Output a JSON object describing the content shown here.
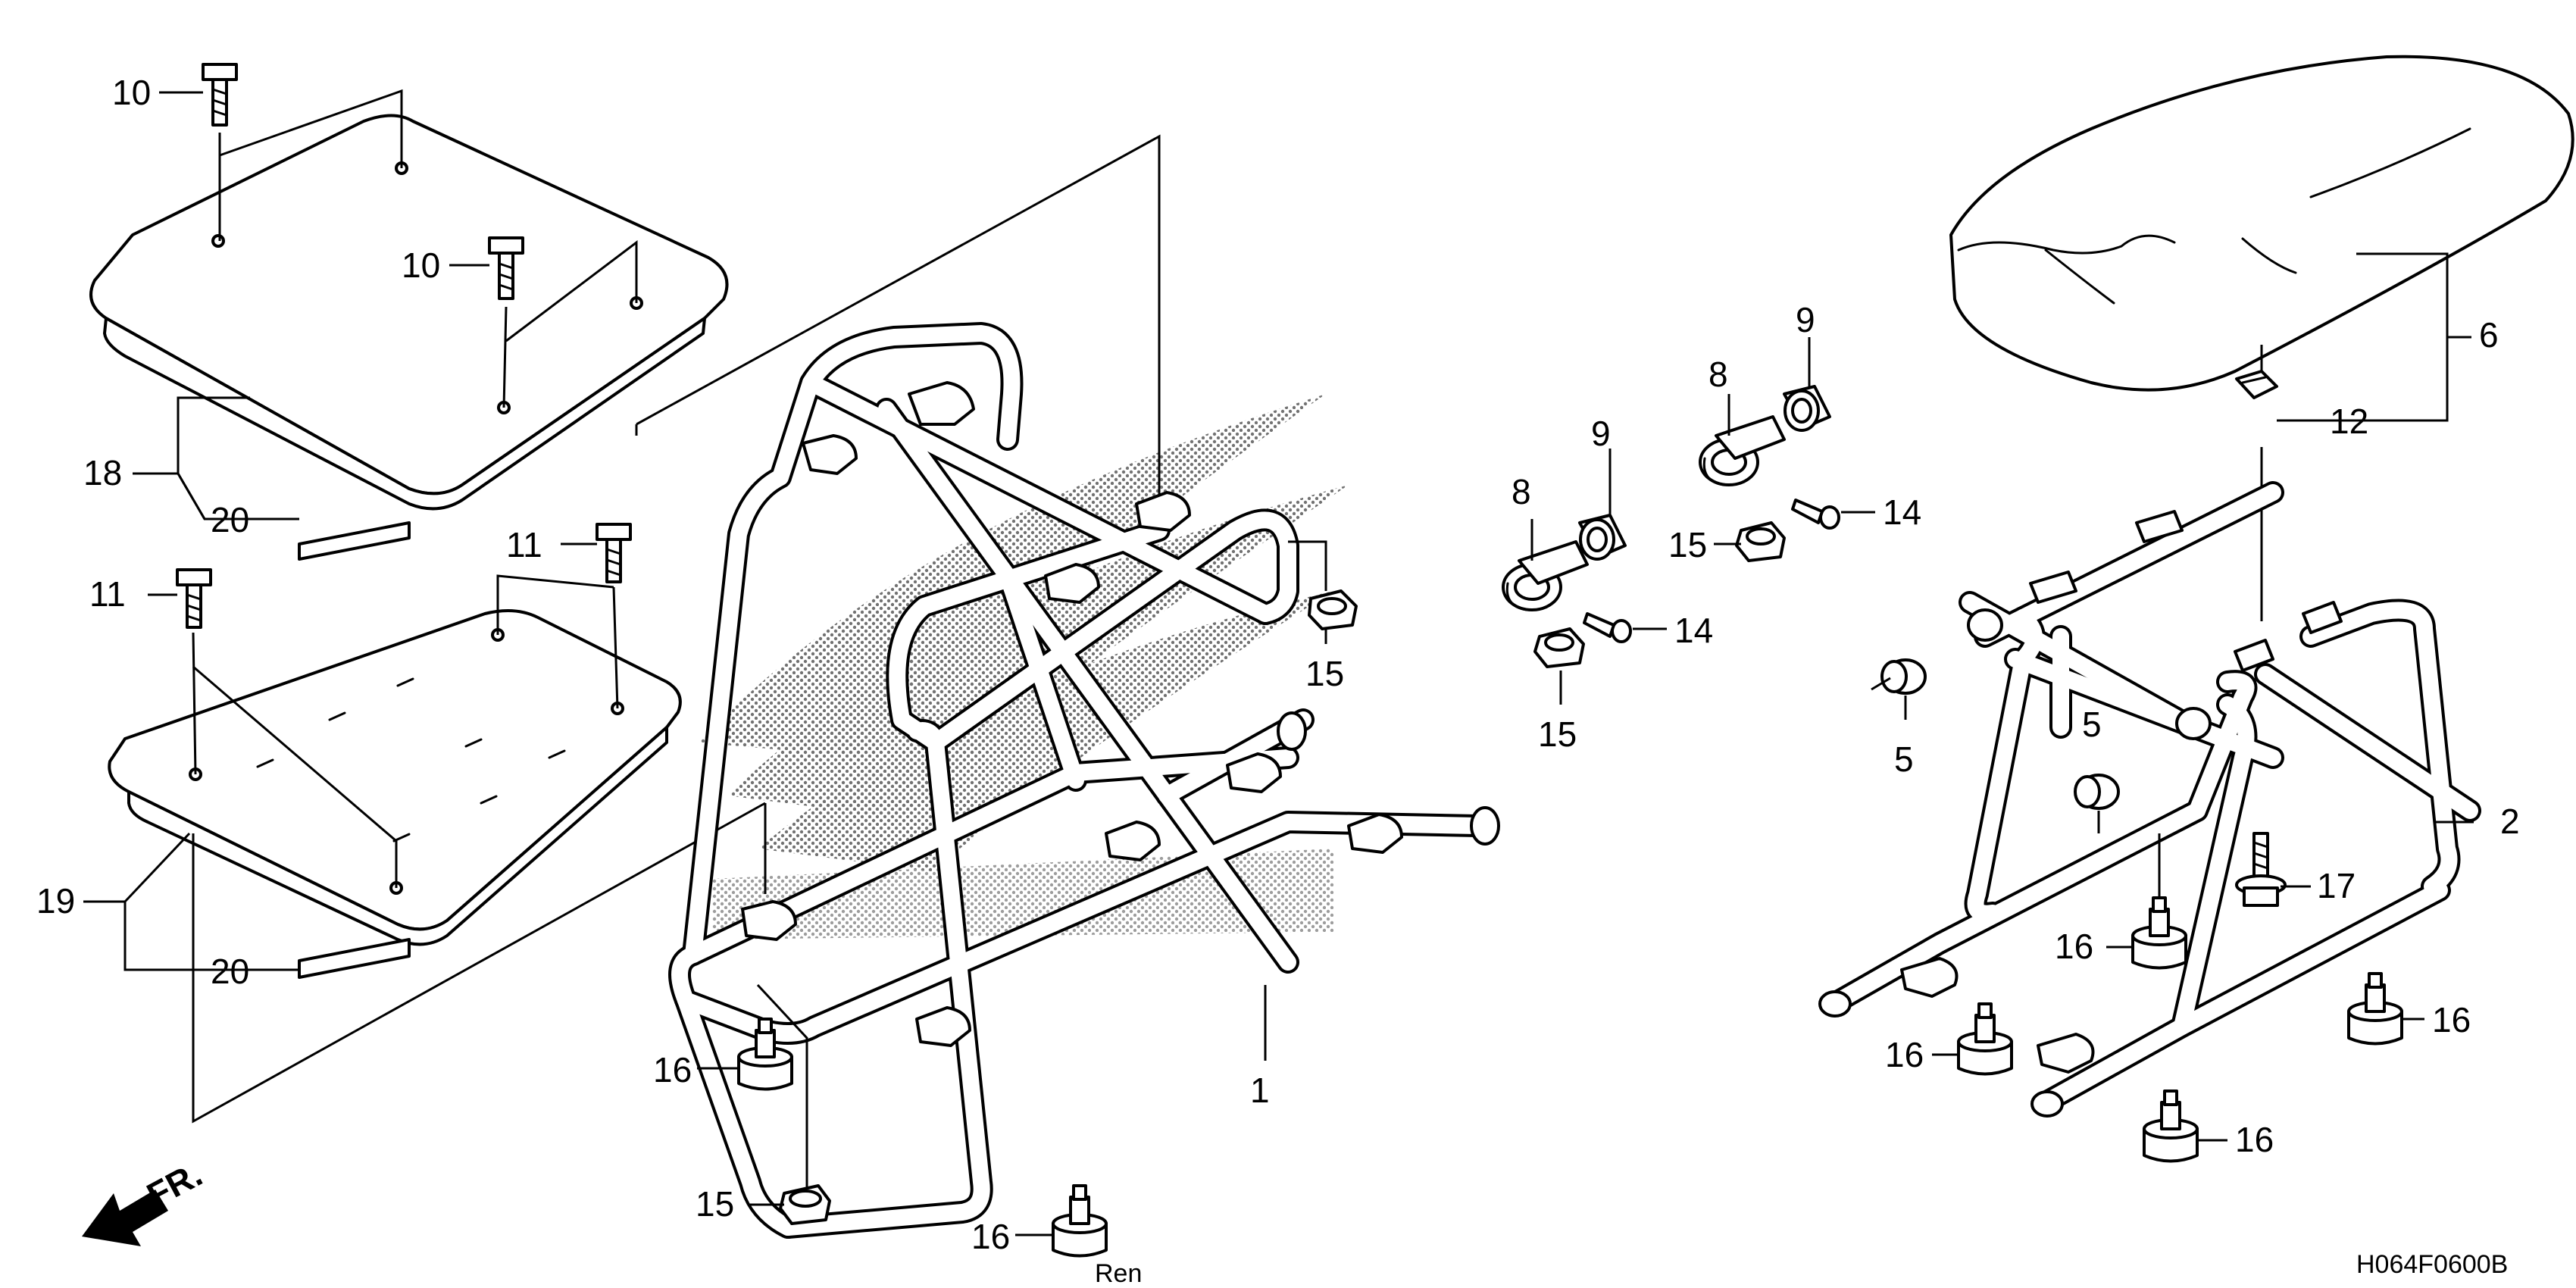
{
  "diagram": {
    "figure_code": "H064F0600B",
    "direction_label": "FR.",
    "partial_text": "Ren",
    "callouts": {
      "c10a": "10",
      "c10b": "10",
      "c18": "18",
      "c20a": "20",
      "c11a": "11",
      "c11b": "11",
      "c19": "19",
      "c20b": "20",
      "c16a": "16",
      "c15a": "15",
      "c16b": "16",
      "c1": "1",
      "c15b": "15",
      "c8a": "8",
      "c9a": "9",
      "c15c": "15",
      "c14a": "14",
      "c8b": "8",
      "c9b": "9",
      "c15d": "15",
      "c14b": "14",
      "c6": "6",
      "c12": "12",
      "c5a": "5",
      "c5b": "5",
      "c2": "2",
      "c17": "17",
      "c16c": "16",
      "c16d": "16",
      "c16e": "16",
      "c16f": "16"
    }
  }
}
